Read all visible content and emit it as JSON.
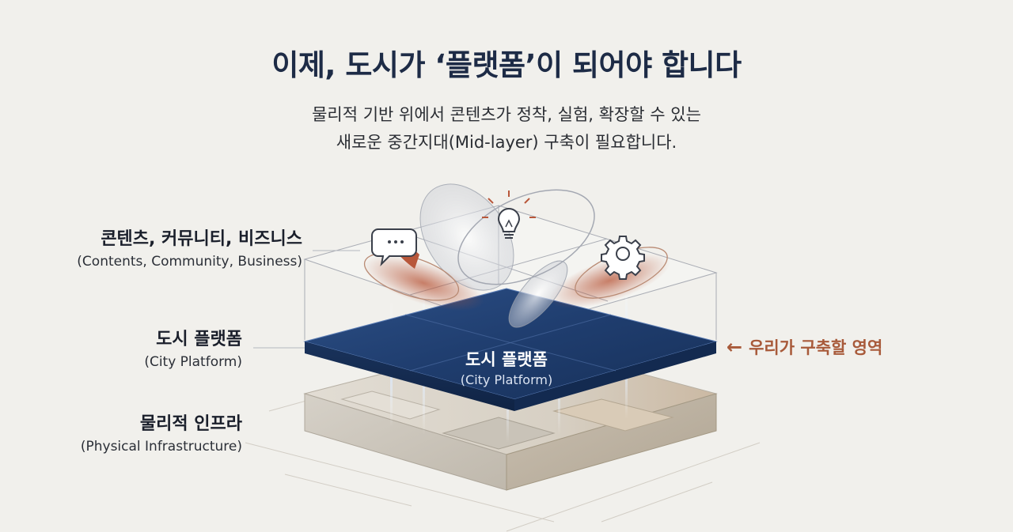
{
  "header": {
    "title": "이제, 도시가 ‘플랫폼’이 되어야 합니다",
    "subtitle_line1": "물리적 기반 위에서 콘텐츠가 정착, 실험, 확장할 수 있는",
    "subtitle_line2": "새로운 중간지대(Mid-layer) 구축이 필요합니다."
  },
  "layers": {
    "top": {
      "label_ko": "콘텐츠, 커뮤니티, 비즈니스",
      "label_en": "(Contents, Community, Business)"
    },
    "middle": {
      "label_ko": "도시 플랫폼",
      "label_en": "(City Platform)"
    },
    "bottom": {
      "label_ko": "물리적 인프라",
      "label_en": "(Physical Infrastructure)"
    }
  },
  "platform_center": {
    "label_ko": "도시 플랫폼",
    "label_en": "(City Platform)"
  },
  "callout": {
    "arrow": "←",
    "text": "우리가 구축할 영역"
  },
  "icons": [
    "chat-bubble-icon",
    "lightbulb-icon",
    "gear-icon"
  ],
  "colors": {
    "background": "#f1f0ec",
    "title": "#1d2b46",
    "platform": "#1e3a6b",
    "accent": "#a85a3a",
    "stone": "#cdc7bc"
  }
}
